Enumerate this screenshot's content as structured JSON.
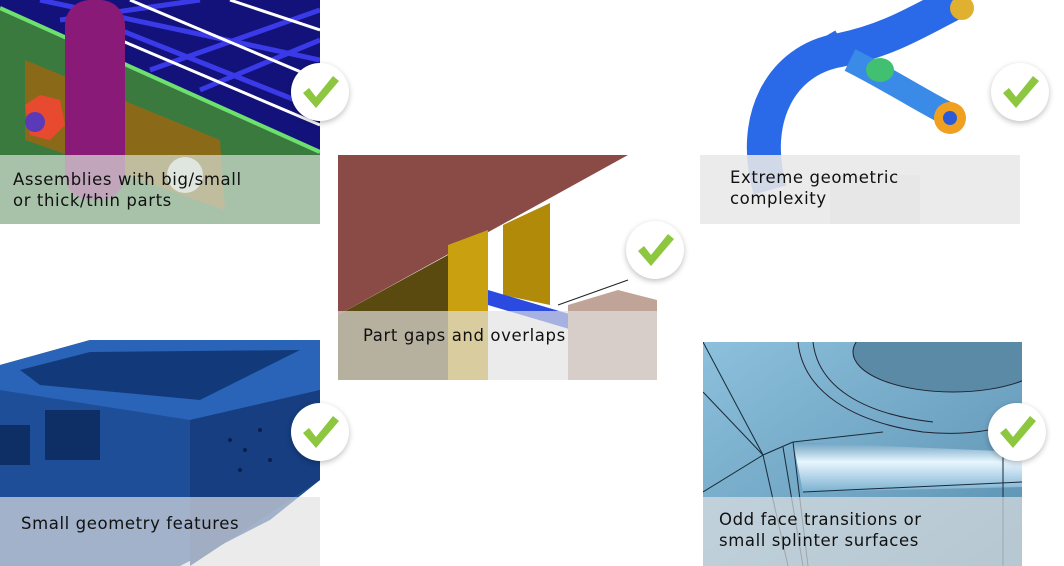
{
  "features": [
    {
      "caption_line1": "Assemblies with big/small",
      "caption_line2": "or thick/thin parts",
      "icon": "checkmark-icon"
    },
    {
      "caption_line1": "Part gaps and overlaps",
      "caption_line2": "",
      "icon": "checkmark-icon"
    },
    {
      "caption_line1": "Extreme geometric",
      "caption_line2": "complexity",
      "icon": "checkmark-icon"
    },
    {
      "caption_line1": "Small geometry features",
      "caption_line2": "",
      "icon": "checkmark-icon"
    },
    {
      "caption_line1": "Odd face transitions or",
      "caption_line2": "small splinter surfaces",
      "icon": "checkmark-icon"
    }
  ],
  "colors": {
    "check": "#8dc63f"
  }
}
